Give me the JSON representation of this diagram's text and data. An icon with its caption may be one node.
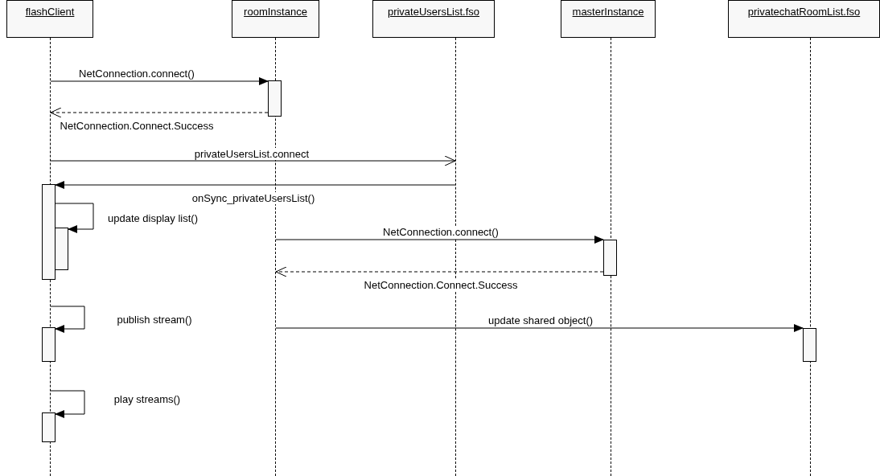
{
  "diagram": {
    "nodes": [
      {
        "text": [
          "flashClient"
        ]
      },
      {
        "text": [
          "roomInstance"
        ]
      },
      {
        "text": [
          "privateUsersList.fso"
        ]
      },
      {
        "text": [
          "masterInstance"
        ]
      },
      {
        "text": [
          "privatechatRoomList.fso"
        ]
      },
      {
        "text": [],
        "shape": "line"
      },
      {
        "text": [],
        "shape": "line"
      },
      {
        "text": [],
        "shape": "line"
      },
      {
        "text": [],
        "shape": "line"
      },
      {
        "text": [],
        "shape": "line"
      },
      {
        "text": [],
        "shape": "bar"
      },
      {
        "text": [],
        "shape": "bar"
      },
      {
        "text": [],
        "shape": "bar"
      },
      {
        "text": [],
        "shape": "bar"
      },
      {
        "text": [],
        "shape": "bar"
      },
      {
        "text": [],
        "shape": "bar"
      },
      {
        "text": [],
        "shape": "bar"
      }
    ],
    "edges": [
      {
        "from": 5,
        "to": 10,
        "arrow": "to",
        "label": "NetConnection.connect()"
      },
      {
        "from": 10,
        "to": 5,
        "arrow": "to",
        "label": "NetConnection.Connect.Success",
        "style": "dashed"
      },
      {
        "from": 5,
        "to": 7,
        "arrow": "to",
        "label": "privateUsersList.connect"
      },
      {
        "from": 7,
        "to": 11,
        "arrow": "to",
        "label": "onSync_privateUsersList()"
      },
      {
        "from": 11,
        "to": 12,
        "arrow": "to",
        "label": "update display list()"
      },
      {
        "from": 6,
        "to": 13,
        "arrow": "to",
        "label": "NetConnection.connect()"
      },
      {
        "from": 13,
        "to": 6,
        "arrow": "to",
        "label": "NetConnection.Connect.Success",
        "style": "dashed"
      },
      {
        "from": 5,
        "to": 14,
        "arrow": "to",
        "label": "publish stream()"
      },
      {
        "from": 6,
        "to": 15,
        "arrow": "to",
        "label": "update shared object()"
      },
      {
        "from": 5,
        "to": 16,
        "arrow": "to",
        "label": "play streams()"
      }
    ]
  }
}
